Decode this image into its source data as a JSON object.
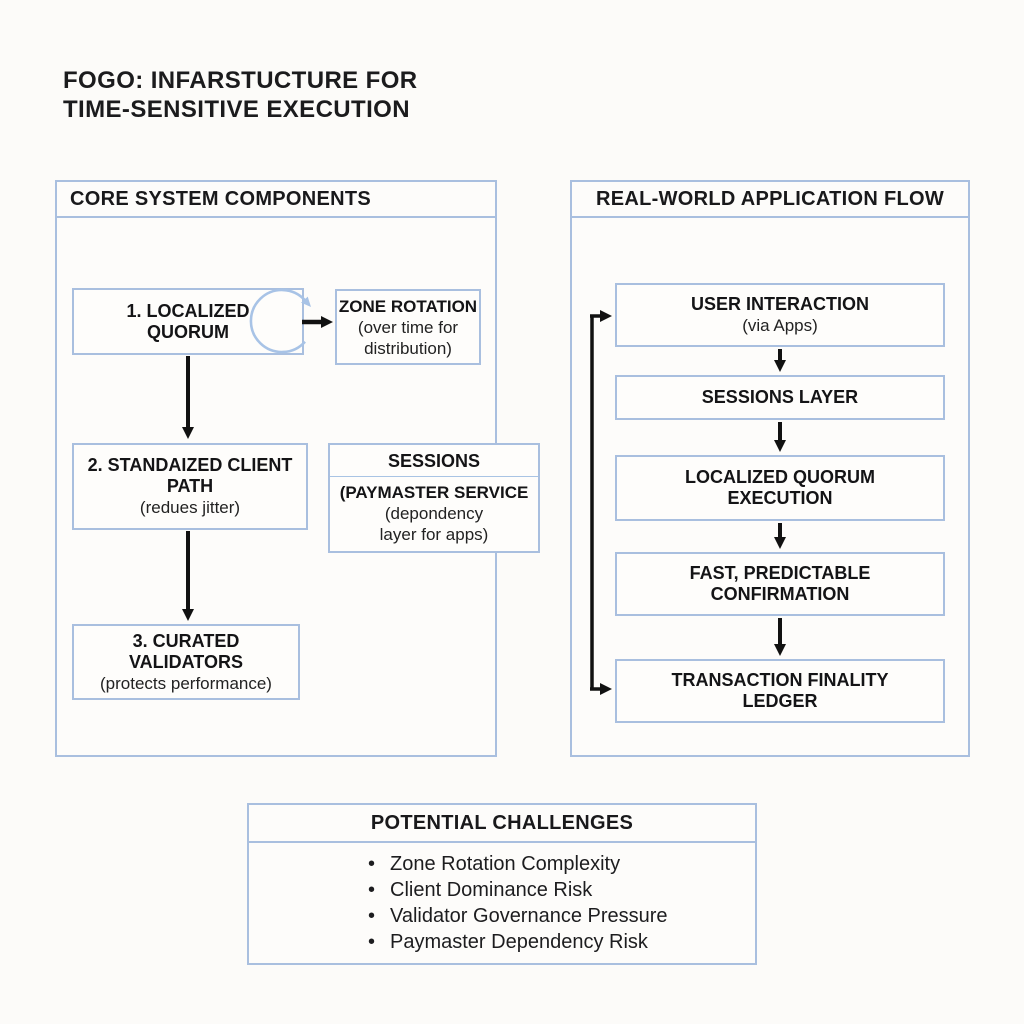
{
  "title": "FOGO: INFARSTUCTURE FOR\nTIME-SENSITIVE EXECUTION",
  "colors": {
    "panel_border": "#a9bfdf",
    "arrow": "#111111",
    "rotation_icon": "#a8c3e6",
    "text": "#1d1d1f",
    "background": "#fcfbf9"
  },
  "core": {
    "header": "CORE SYSTEM COMPONENTS",
    "box1": {
      "l1": "1. LOCALIZED",
      "l2": "QUORUM"
    },
    "zone": {
      "l1": "ZONE ROTATION",
      "l2": "(over time for",
      "l3": "distribution)"
    },
    "box2": {
      "l1": "2. STANDAIZED CLIENT",
      "l2": "PATH",
      "l3": "(redues jitter)"
    },
    "sessions": {
      "l1": "SESSIONS",
      "l2": "(PAYMASTER SERVICE",
      "l3": "(depondency",
      "l4": "layer for apps)"
    },
    "box3": {
      "l1": "3. CURATED VALIDATORS",
      "l2": "(protects performance)"
    }
  },
  "flow": {
    "header": "REAL-WORLD APPLICATION FLOW",
    "steps": [
      {
        "l1": "USER INTERACTION",
        "l2": "(via Apps)"
      },
      {
        "l1": "SESSIONS LAYER"
      },
      {
        "l1": "LOCALIZED QUORUM",
        "l2": "EXECUTION"
      },
      {
        "l1": "FAST, PREDICTABLE",
        "l2": "CONFIRMATION"
      },
      {
        "l1": "TRANSACTION FINALITY",
        "l2": "LEDGER"
      }
    ]
  },
  "challenges": {
    "header": "POTENTIAL CHALLENGES",
    "items": [
      "Zone Rotation Complexity",
      "Client Dominance Risk",
      "Validator Governance Pressure",
      "Paymaster Dependency Risk"
    ]
  },
  "icons": {
    "rotation_cycle": "circular-arrow-clockwise"
  }
}
